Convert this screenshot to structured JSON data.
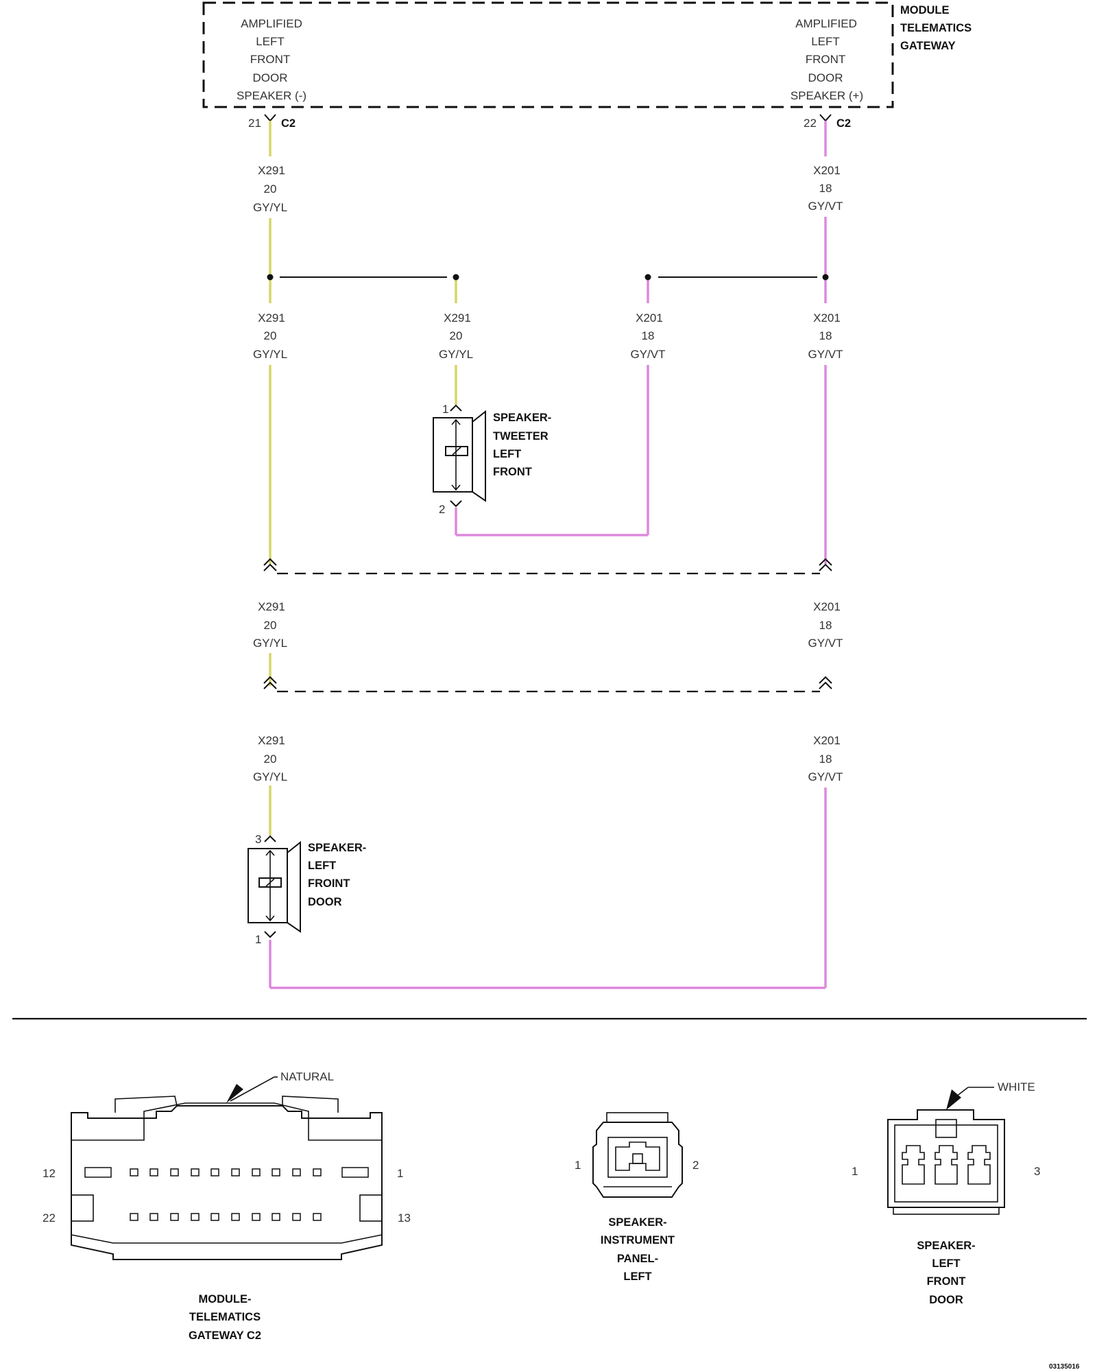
{
  "module": {
    "label": [
      "MODULE",
      "TELEMATICS",
      "GATEWAY"
    ],
    "left_pin_desc": [
      "AMPLIFIED",
      "LEFT",
      "FRONT",
      "DOOR",
      "SPEAKER (-)"
    ],
    "right_pin_desc": [
      "AMPLIFIED",
      "LEFT",
      "FRONT",
      "DOOR",
      "SPEAKER (+)"
    ],
    "left_pin": "21",
    "right_pin": "22",
    "connector": "C2"
  },
  "wire_left": [
    "X291",
    "20",
    "GY/YL"
  ],
  "wire_right": [
    "X201",
    "18",
    "GY/VT"
  ],
  "tweeter": {
    "label": [
      "SPEAKER-",
      "TWEETER",
      "LEFT",
      "FRONT"
    ],
    "pin_top": "1",
    "pin_bottom": "2"
  },
  "door_speaker": {
    "label": [
      "SPEAKER-",
      "LEFT",
      "FROINT",
      "DOOR"
    ],
    "pin_top": "3",
    "pin_bottom": "1"
  },
  "connectors": {
    "c2": {
      "callout": "NATURAL",
      "pins": [
        "12",
        "1",
        "22",
        "13"
      ],
      "label": [
        "MODULE-",
        "TELEMATICS",
        "GATEWAY C2"
      ]
    },
    "ip_speaker": {
      "pins": [
        "1",
        "2"
      ],
      "label": [
        "SPEAKER-",
        "INSTRUMENT",
        "PANEL-",
        "LEFT"
      ]
    },
    "door_speaker": {
      "callout": "WHITE",
      "pins": [
        "1",
        "3"
      ],
      "label": [
        "SPEAKER-",
        "LEFT",
        "FRONT",
        "DOOR"
      ]
    }
  },
  "figure_id": "03135016",
  "colors": {
    "gy_yl": "#d6d66a",
    "gy_vt": "#dd88dd"
  }
}
